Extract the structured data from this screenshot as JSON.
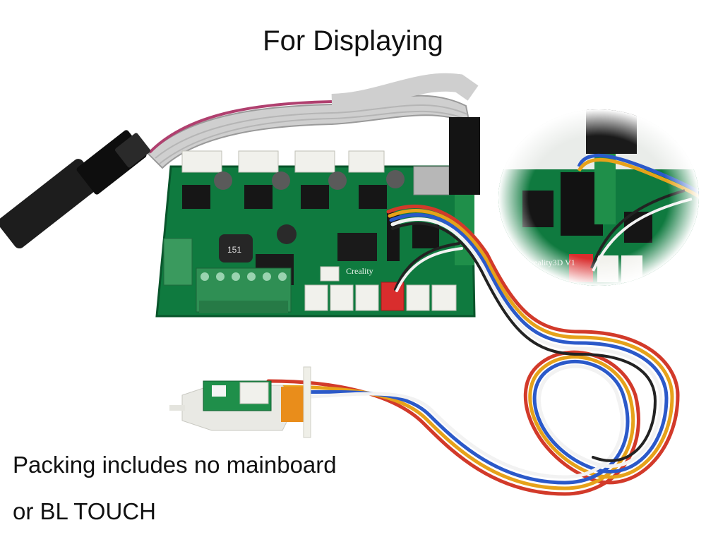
{
  "headline": "For Displaying",
  "note_line1": "Packing includes no mainboard",
  "note_line2": "or BL TOUCH",
  "board_brand": "Creality",
  "inset_brand": "Creality3D V1",
  "inductor_code": "151",
  "colors": {
    "pcb": "#0f7a3f",
    "pcb_dark": "#0a5a2e",
    "terminal": "#2f8f54",
    "ribbon": "#c9c9c9",
    "usb": "#1b1b1b",
    "wire_red": "#d23a2a",
    "wire_yellow": "#e6a21a",
    "wire_blue": "#2b59c9",
    "wire_white": "#f2f2f2",
    "wire_black": "#222222"
  }
}
